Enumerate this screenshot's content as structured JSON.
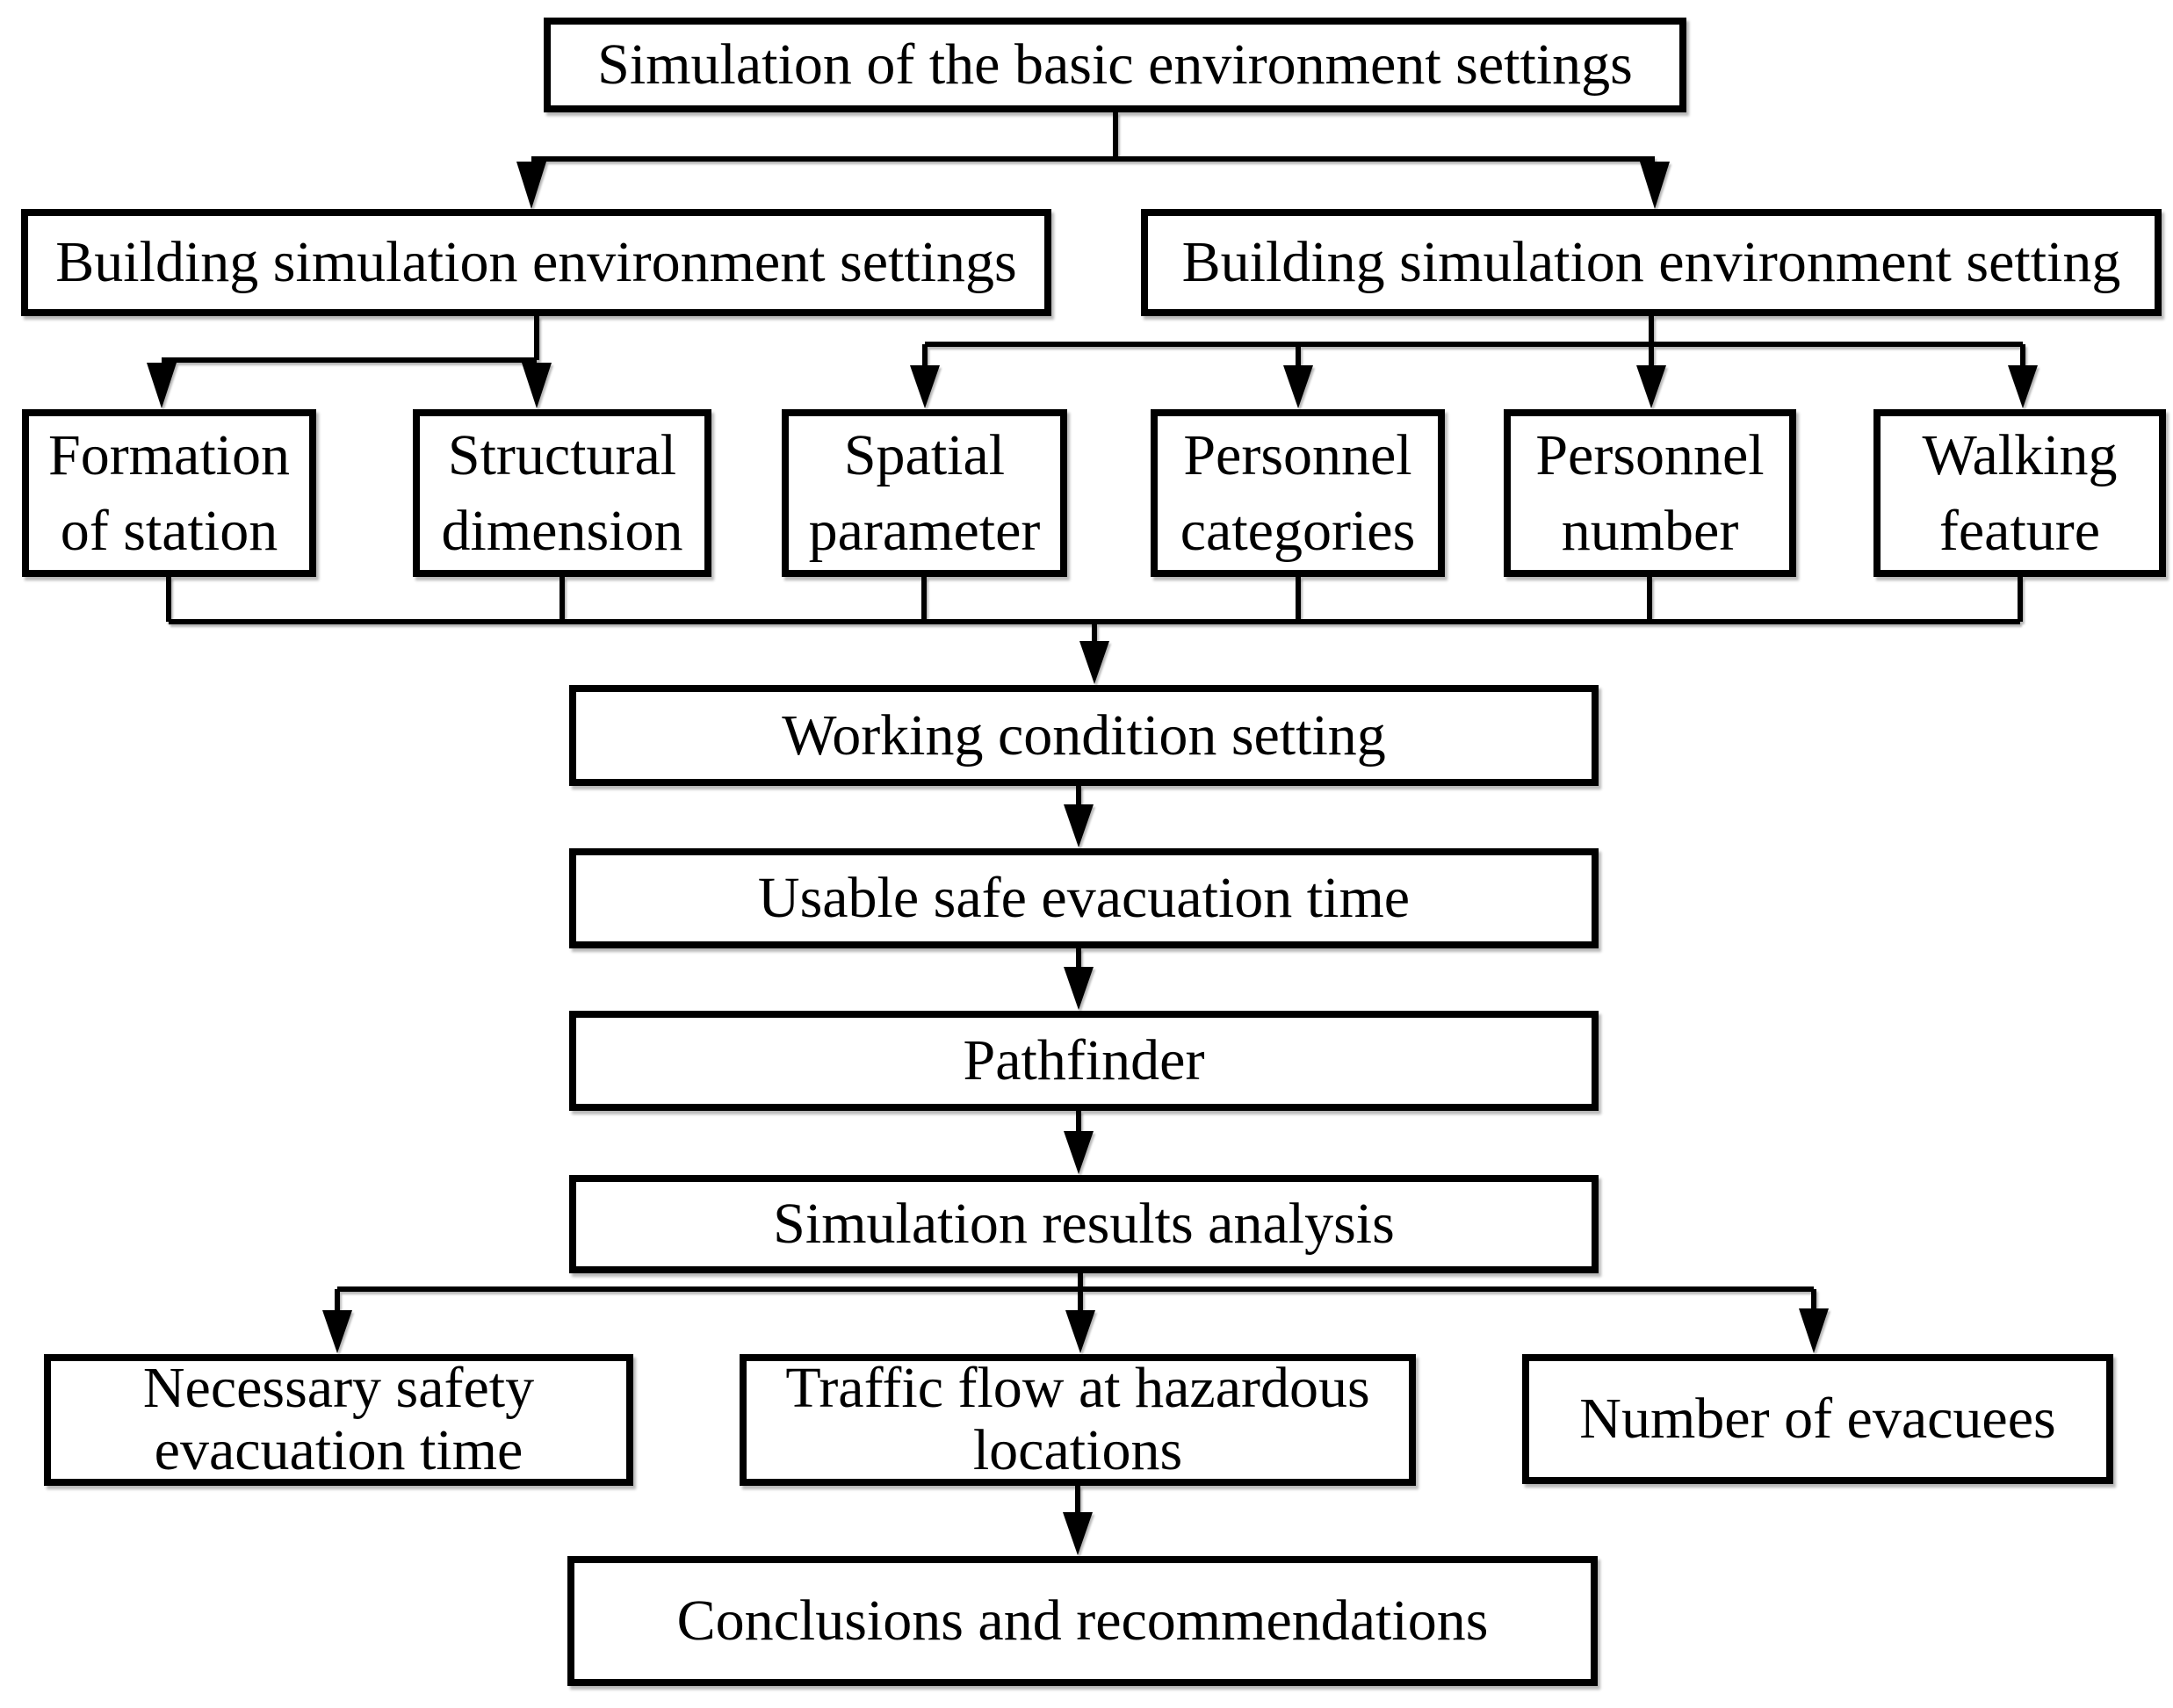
{
  "colors": {
    "background": "#ffffff",
    "box_fill": "#ffffff",
    "border": "#000000",
    "line": "#000000",
    "text": "#000000"
  },
  "nodes": {
    "root": {
      "label": "Simulation of the basic environment settings"
    },
    "building_left": {
      "label": "Building simulation environment settings"
    },
    "building_right": {
      "label": "Building simulation environment setting"
    },
    "formation_of_station": {
      "label": "Formation\nof station"
    },
    "structural_dimension": {
      "label": "Structural\ndimension"
    },
    "spatial_parameter": {
      "label": "Spatial\nparameter"
    },
    "personnel_categories": {
      "label": "Personnel\ncategories"
    },
    "personnel_number": {
      "label": "Personnel\nnumber"
    },
    "walking_feature": {
      "label": "Walking\nfeature"
    },
    "working_condition": {
      "label": "Working condition setting"
    },
    "usable_safe_time": {
      "label": "Usable safe evacuation time"
    },
    "pathfinder": {
      "label": "Pathfinder"
    },
    "results_analysis": {
      "label": "Simulation results analysis"
    },
    "necessary_safety_time": {
      "label": "Necessary safety\nevacuation time"
    },
    "traffic_flow": {
      "label": "Traffic flow at hazardous\nlocations"
    },
    "number_of_evacuees": {
      "label": "Number of evacuees"
    },
    "conclusions": {
      "label": "Conclusions and recommendations"
    }
  }
}
